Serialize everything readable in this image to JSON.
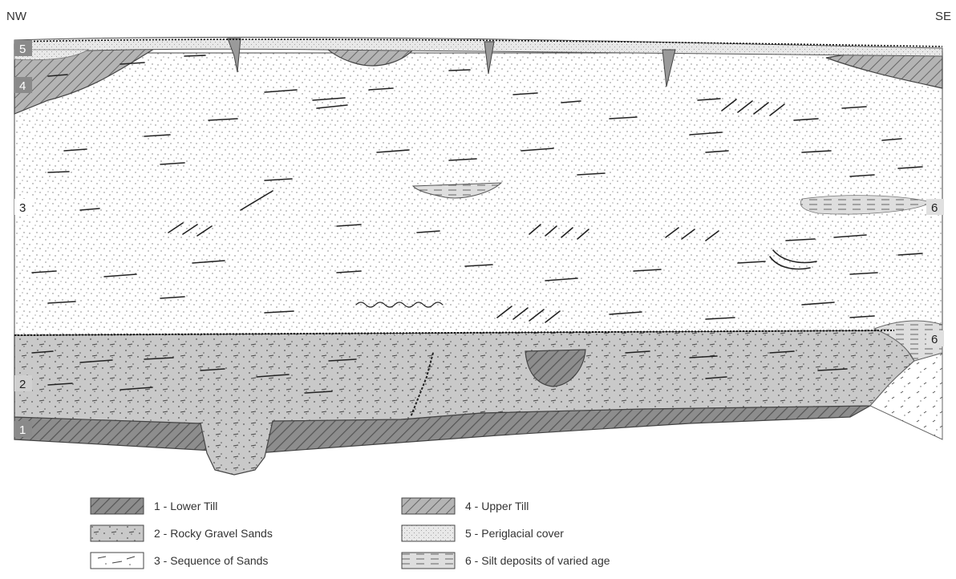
{
  "orientation": {
    "left": "NW",
    "right": "SE"
  },
  "layer_markers": {
    "nw_5": "5",
    "nw_4": "4",
    "nw_3": "3",
    "nw_2": "2",
    "nw_1": "1",
    "se_6_upper": "6",
    "se_6_lower": "6"
  },
  "legend": [
    {
      "label": "1 - Lower Till",
      "pattern": "hatch-dark"
    },
    {
      "label": "4 - Upper Till",
      "pattern": "hatch-light"
    },
    {
      "label": "2 - Rocky Gravel Sands",
      "pattern": "gravel"
    },
    {
      "label": "5 - Periglacial cover",
      "pattern": "fine-dots"
    },
    {
      "label": "3 - Sequence of Sands",
      "pattern": "sands"
    },
    {
      "label": "6 - Silt deposits of varied age",
      "pattern": "silt"
    }
  ],
  "colors": {
    "till": "#8d8d8d",
    "gravel_sands": "#c9c9c9",
    "sands": "#ffffff",
    "periglacial": "#e6e6e6",
    "silt": "#d9d9d9"
  }
}
